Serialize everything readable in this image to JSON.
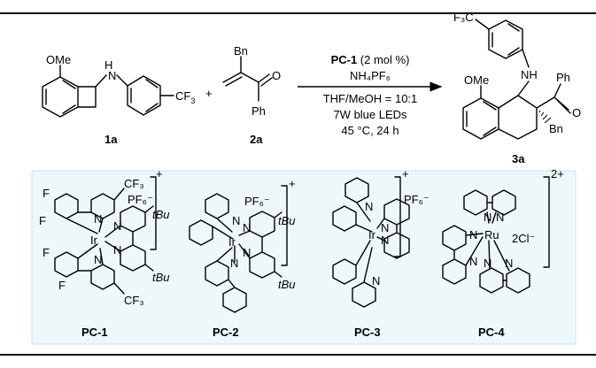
{
  "reaction": {
    "substrate1": {
      "id": "1a",
      "ome": "OMe",
      "nh": "H",
      "n": "N",
      "cf3": "CF",
      "cf3_sub": "3"
    },
    "plus": "+",
    "substrate2": {
      "id": "2a",
      "bn": "Bn",
      "o": "O",
      "ph": "Ph"
    },
    "conditions": [
      {
        "bold": "PC-1",
        "text": " (2 mol %)"
      },
      {
        "bold": "",
        "text": "NH₄PF₆"
      },
      {
        "bold": "",
        "text": "THF/MeOH = 10:1"
      },
      {
        "bold": "",
        "text": "7W blue LEDs"
      },
      {
        "bold": "",
        "text": "45 °C, 24 h"
      }
    ],
    "product": {
      "id": "3a",
      "f3c": "F₃C",
      "ome": "OMe",
      "nh": "NH",
      "ph": "Ph",
      "o": "O",
      "bn": "Bn"
    }
  },
  "catalysts": [
    {
      "id": "PC-1",
      "metal": "Ir",
      "counterion": "PF₆⁻",
      "charge": "+",
      "f": "F",
      "cf3": "CF₃",
      "tbu": "tBu"
    },
    {
      "id": "PC-2",
      "metal": "Ir",
      "counterion": "PF₆⁻",
      "charge": "+",
      "tbu": "tBu"
    },
    {
      "id": "PC-3",
      "metal": "Ir",
      "counterion": "PF₆⁻",
      "charge": "+"
    },
    {
      "id": "PC-4",
      "metal": "Ru",
      "counterion": "2Cl⁻",
      "charge": "2+"
    }
  ],
  "atom_n": "N",
  "colors": {
    "panel_bg": "#eef8fb",
    "panel_border": "#c7e5ef",
    "ink": "#000000"
  }
}
